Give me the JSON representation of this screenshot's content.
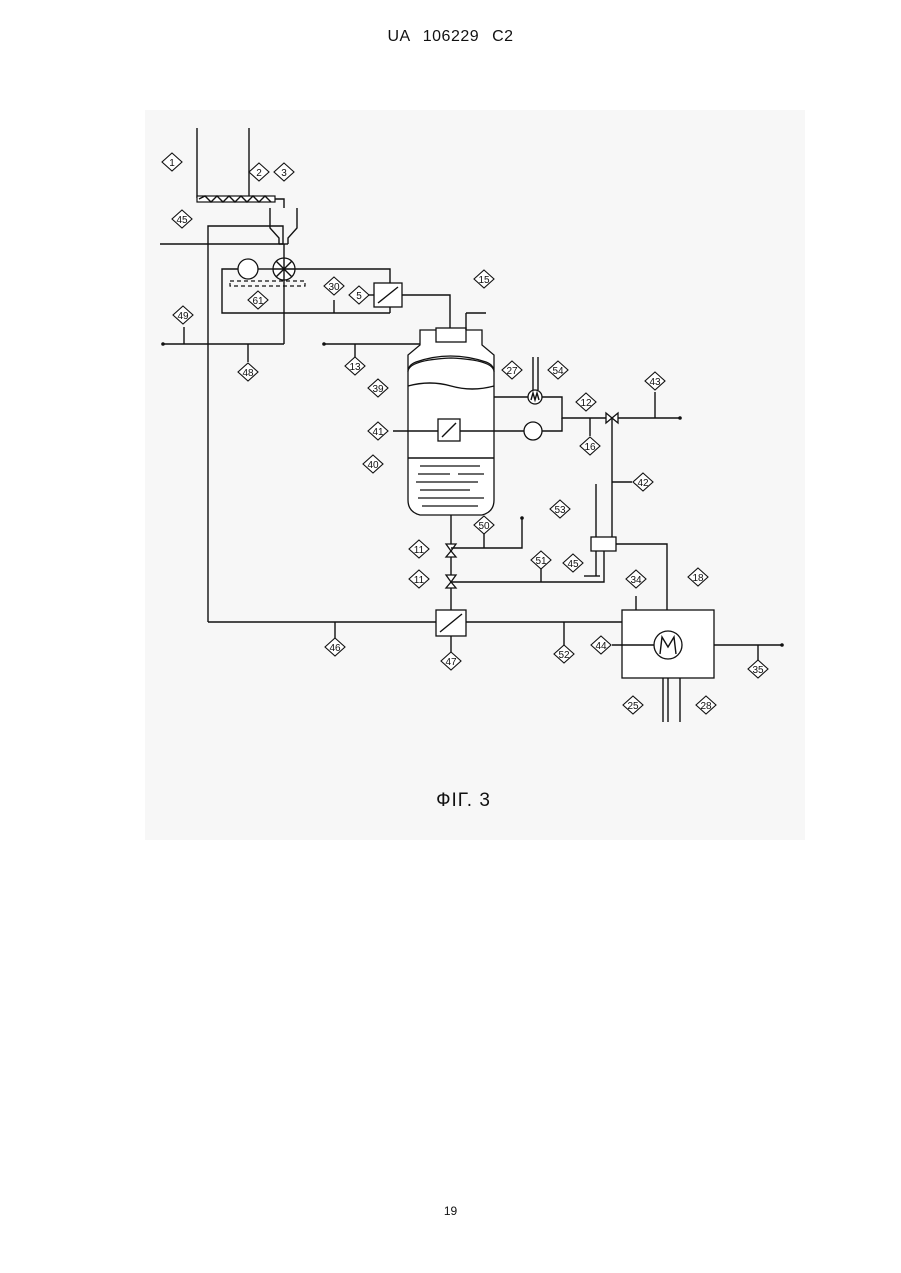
{
  "header": {
    "text": "UA   106229   C2"
  },
  "figure": {
    "caption": "ФІГ. 3"
  },
  "footer": {
    "page_number": "19"
  },
  "tags": [
    "1",
    "2",
    "3",
    "45",
    "61",
    "30",
    "5",
    "15",
    "49",
    "48",
    "13",
    "27",
    "54",
    "39",
    "43",
    "12",
    "41",
    "16",
    "40",
    "42",
    "53",
    "50",
    "11",
    "51",
    "45",
    "11",
    "34",
    "18",
    "46",
    "47",
    "52",
    "44",
    "35",
    "25",
    "28"
  ]
}
